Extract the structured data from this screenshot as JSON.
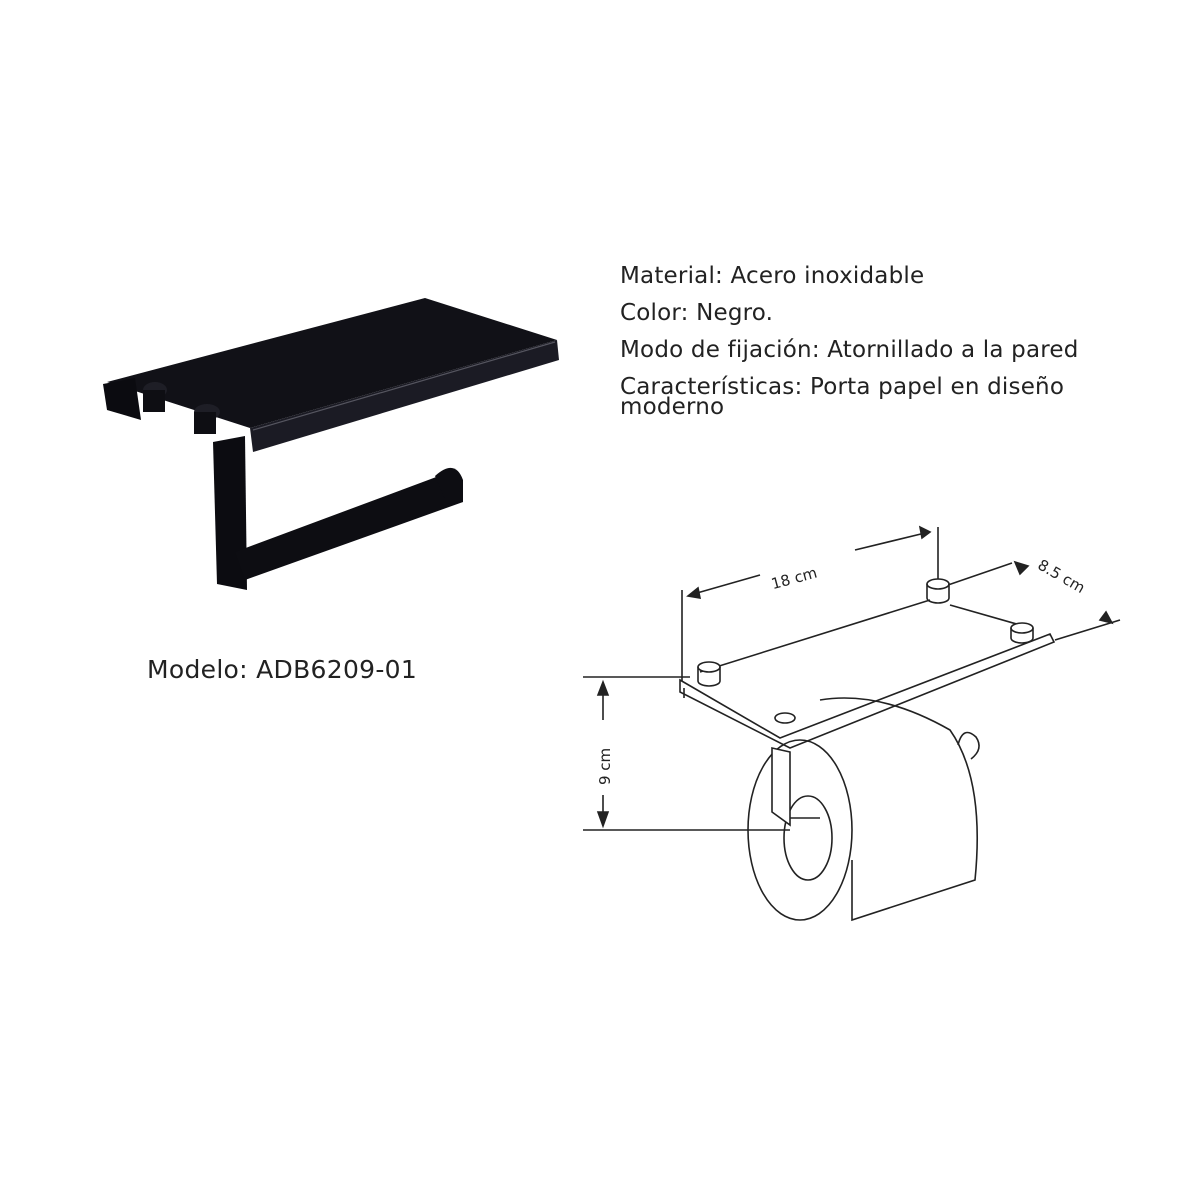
{
  "product": {
    "model_label": "Modelo: ADB6209-01",
    "image_alt": "Black matte toilet paper holder with phone shelf"
  },
  "specs": [
    {
      "label": "Material",
      "value": "Acero inoxidable",
      "text": "Material: Acero inoxidable"
    },
    {
      "label": "Color",
      "value": "Negro.",
      "text": "Color: Negro."
    },
    {
      "label": "Modo de fijación",
      "value": "Atornillado  a la pared",
      "text": "Modo de fijación: Atornillado  a la pared"
    },
    {
      "label": "Características",
      "value": "Porta papel en diseño moderno",
      "text": "Características: Porta papel en diseño",
      "text_cont": "moderno"
    }
  ],
  "diagram": {
    "width_label": "18 cm",
    "depth_label": "8.5 cm",
    "height_label": "9 cm"
  },
  "colors": {
    "product_black": "#0d0d12",
    "line": "#222222",
    "background": "#ffffff"
  }
}
